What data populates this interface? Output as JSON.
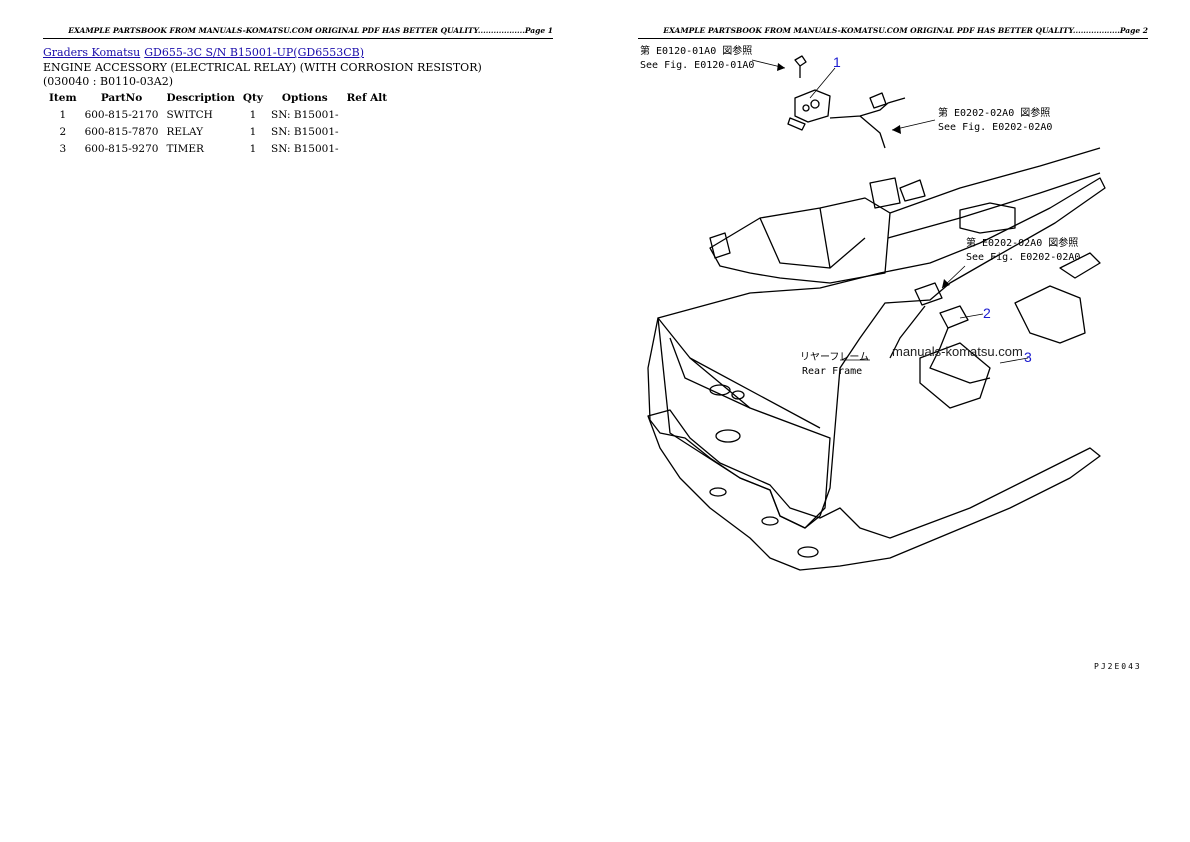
{
  "headers": {
    "page1": "EXAMPLE PARTSBOOK FROM MANUALS-KOMATSU.COM ORIGINAL PDF HAS BETTER QUALITY..................Page 1",
    "page2": "EXAMPLE PARTSBOOK FROM MANUALS-KOMATSU.COM ORIGINAL PDF HAS BETTER QUALITY..................Page 2"
  },
  "breadcrumb": {
    "link1": "Graders Komatsu",
    "link2": "GD655-3C S/N B15001-UP(GD6553CB)"
  },
  "title": "ENGINE ACCESSORY (ELECTRICAL RELAY) (WITH CORROSION RESISTOR)(030040 : B0110-03A2)",
  "table": {
    "headers": [
      "Item",
      "PartNo",
      "Description",
      "Qty",
      "Options",
      "Ref Alt"
    ],
    "rows": [
      [
        "1",
        "600-815-2170",
        "SWITCH",
        "1",
        "SN: B15001-",
        ""
      ],
      [
        "2",
        "600-815-7870",
        "RELAY",
        "1",
        "SN: B15001-",
        ""
      ],
      [
        "3",
        "600-815-9270",
        "TIMER",
        "1",
        "SN: B15001-",
        ""
      ]
    ]
  },
  "diagram": {
    "ref1_jp": "第 E0120-01A0 図参照",
    "ref1_en": "See Fig. E0120-01A0",
    "ref2_jp": "第 E0202-02A0 図参照",
    "ref2_en": "See Fig. E0202-02A0",
    "ref3_jp": "第 E0202-02A0 図参照",
    "ref3_en": "See Fig. E0202-02A0",
    "frame_jp": "リヤーフレーム",
    "frame_en": "Rear Frame",
    "callout1": "1",
    "callout2": "2",
    "callout3": "3",
    "watermark": "manuals-komatsu.com",
    "page_code": "PJ2E043"
  },
  "colors": {
    "link": "#1a0dab",
    "callout": "#1a1ad0"
  }
}
